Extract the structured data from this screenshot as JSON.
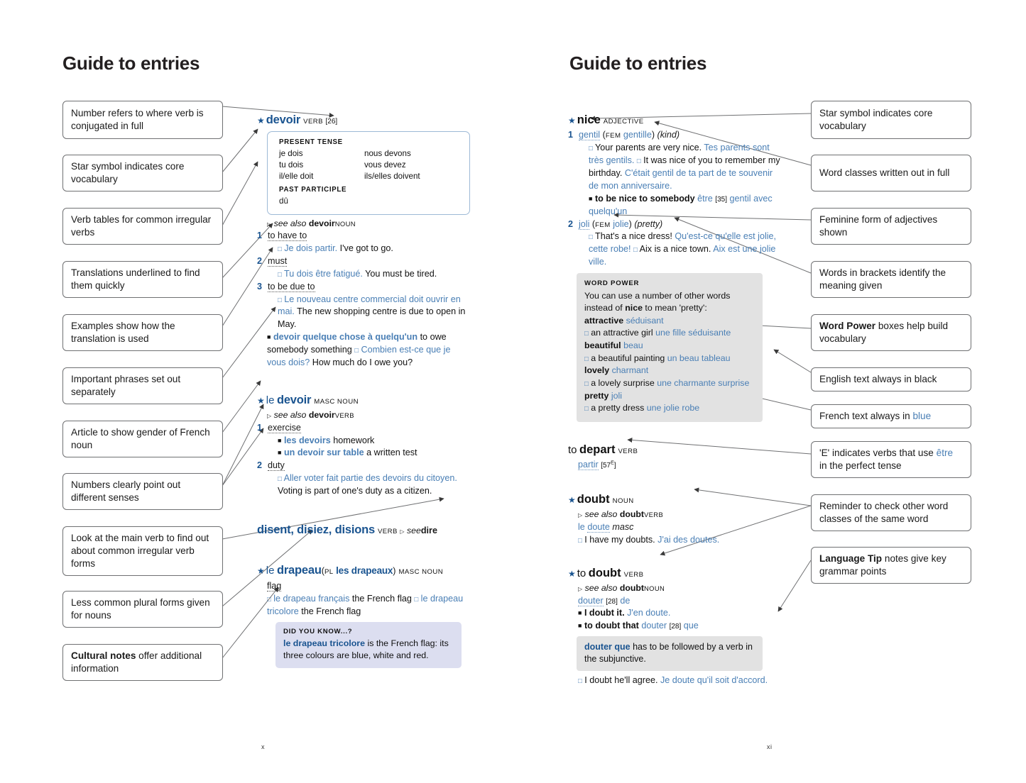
{
  "meta": {
    "accent_blue": "#1a5490",
    "french_blue": "#4a7fb5",
    "callout_border": "#6f7072",
    "verbtable_border": "#9db9d6",
    "didyouknow_bg": "#dcdef0",
    "note_bg": "#e2e2e2"
  },
  "left_page": {
    "title": "Guide to entries",
    "folio": "x",
    "callouts": [
      {
        "id": "number-refers",
        "text": "Number refers to where verb is conjugated in full"
      },
      {
        "id": "star-symbol",
        "text": "Star symbol indicates core vocabulary"
      },
      {
        "id": "verb-tables",
        "text": "Verb tables for common irregular verbs"
      },
      {
        "id": "translations-underlined",
        "text": "Translations underlined to find them quickly"
      },
      {
        "id": "examples-show",
        "text": "Examples show how the translation is used"
      },
      {
        "id": "important-phrases",
        "text": "Important phrases set out separately"
      },
      {
        "id": "article-gender",
        "text": "Article to show gender of French noun"
      },
      {
        "id": "numbers-senses",
        "text": "Numbers clearly point out different senses"
      },
      {
        "id": "look-main-verb",
        "text": "Look at the main verb to find out about common irregular verb forms"
      },
      {
        "id": "plural-forms",
        "text": "Less common plural forms given for nouns"
      },
      {
        "id": "cultural-notes",
        "bold_prefix": "Cultural notes",
        "text": " offer additional information"
      }
    ],
    "entries": {
      "devoir_verb": {
        "headword": "devoir",
        "pos": "VERB",
        "ref": "[26]",
        "star": true,
        "verb_table": {
          "present_tense_label": "PRESENT TENSE",
          "present_left": [
            "je dois",
            "tu dois",
            "il/elle doit"
          ],
          "present_right": [
            "nous devons",
            "vous devez",
            "ils/elles doivent"
          ],
          "past_participle_label": "PAST PARTICIPLE",
          "past_participle": "dû"
        },
        "see_also": {
          "lead": "see also",
          "word": "devoir",
          "pos": "NOUN"
        },
        "senses": [
          {
            "num": "1",
            "translation": "to have to",
            "examples": [
              {
                "fr": "Je dois partir.",
                "en": "I've got to go."
              }
            ]
          },
          {
            "num": "2",
            "translation": "must",
            "examples": [
              {
                "fr": "Tu dois être fatigué.",
                "en": "You must be tired."
              }
            ]
          },
          {
            "num": "3",
            "translation": "to be due to",
            "examples": [
              {
                "fr": "Le nouveau centre commercial doit ouvrir en mai.",
                "en": "The new shopping centre is due to open in May."
              }
            ]
          }
        ],
        "phrases": [
          {
            "fr_bold": "devoir quelque chose à quelqu'un",
            "en": "to owe somebody something",
            "example": {
              "fr": "Combien est-ce que je vous dois?",
              "en": "How much do I owe you?"
            }
          }
        ]
      },
      "devoir_noun": {
        "article": "le",
        "headword": "devoir",
        "pos": "MASC NOUN",
        "star": true,
        "see_also": {
          "lead": "see also",
          "word": "devoir",
          "pos": "VERB"
        },
        "senses": [
          {
            "num": "1",
            "translation": "exercise",
            "phrases": [
              {
                "fr_bold": "les devoirs",
                "en": "homework"
              },
              {
                "fr_bold": "un devoir sur table",
                "en": "a written test"
              }
            ]
          },
          {
            "num": "2",
            "translation": "duty",
            "examples": [
              {
                "fr": "Aller voter fait partie des devoirs du citoyen.",
                "en": "Voting is part of one's duty as a citizen."
              }
            ]
          }
        ]
      },
      "disent_crossref": {
        "headword": "disent, disiez, disions",
        "pos": "VERB",
        "see_lead": "see",
        "see_word": "dire"
      },
      "drapeau": {
        "article": "le",
        "headword": "drapeau",
        "plural_label": "PL",
        "plural": "les drapeaux",
        "pos": "MASC NOUN",
        "star": true,
        "translation": "flag",
        "examples": [
          {
            "fr": "le drapeau français",
            "en": "the French flag"
          },
          {
            "fr": "le drapeau tricolore",
            "en": "the French flag"
          }
        ],
        "did_you_know": {
          "label": "DID YOU KNOW...?",
          "term": "le drapeau tricolore",
          "text": " is the French flag: its three colours are blue, white and red."
        }
      }
    }
  },
  "right_page": {
    "title": "Guide to entries",
    "folio": "xi",
    "callouts": [
      {
        "id": "star-symbol",
        "text": "Star symbol indicates core vocabulary"
      },
      {
        "id": "word-classes",
        "text": "Word classes written out in full"
      },
      {
        "id": "feminine-form",
        "text": "Feminine form of adjectives shown"
      },
      {
        "id": "words-brackets",
        "text": "Words in brackets identify the meaning given"
      },
      {
        "id": "word-power",
        "bold_prefix": "Word Power",
        "text": " boxes help build vocabulary"
      },
      {
        "id": "english-black",
        "text": "English text always in black"
      },
      {
        "id": "french-blue",
        "text": "French text always in ",
        "blue_suffix": "blue"
      },
      {
        "id": "e-indicates",
        "text": "'E' indicates verbs that use ",
        "blue_word": "être",
        "text_after": " in the perfect tense"
      },
      {
        "id": "reminder-word-classes",
        "text": "Reminder to check other word classes of the same word"
      },
      {
        "id": "language-tip",
        "bold_prefix": "Language Tip",
        "text": " notes give key grammar points"
      }
    ],
    "entries": {
      "nice": {
        "headword": "nice",
        "pos": "ADJECTIVE",
        "star": true,
        "senses": [
          {
            "num": "1",
            "translation": "gentil",
            "fem_label": "FEM",
            "fem": "gentille",
            "gloss": "(kind)",
            "examples": [
              {
                "en": "Your parents are very nice.",
                "fr": "Tes parents sont très gentils."
              },
              {
                "en": "It was nice of you to remember my birthday.",
                "fr": "C'était gentil de ta part de te souvenir de mon anniversaire."
              }
            ],
            "phrases": [
              {
                "en_bold": "to be nice to somebody",
                "fr": "être",
                "ref": "[35]",
                "fr_after": "gentil avec quelqu'un"
              }
            ]
          },
          {
            "num": "2",
            "translation": "joli",
            "fem_label": "FEM",
            "fem": "jolie",
            "gloss": "(pretty)",
            "examples": [
              {
                "en": "That's a nice dress!",
                "fr": "Qu'est-ce qu'elle est jolie, cette robe!"
              },
              {
                "en": "Aix is a nice town.",
                "fr": "Aix est une jolie ville."
              }
            ]
          }
        ],
        "word_power": {
          "label": "WORD POWER",
          "intro_a": "You can use a number of other words instead of ",
          "intro_term": "nice",
          "intro_b": " to mean 'pretty':",
          "rows": [
            {
              "en": "attractive",
              "fr": "séduisant",
              "ex_en": "an attractive girl",
              "ex_fr": "une fille séduisante"
            },
            {
              "en": "beautiful",
              "fr": "beau",
              "ex_en": "a beautiful painting",
              "ex_fr": "un beau tableau"
            },
            {
              "en": "lovely",
              "fr": "charmant",
              "ex_en": "a lovely surprise",
              "ex_fr": "une charmante surprise"
            },
            {
              "en": "pretty",
              "fr": "joli",
              "ex_en": "a pretty dress",
              "ex_fr": "une jolie robe"
            }
          ]
        }
      },
      "depart": {
        "prefix": "to",
        "headword": "depart",
        "pos": "VERB",
        "translation": "partir",
        "ref": "[57",
        "ref_sup": "E",
        "ref_close": "]"
      },
      "doubt_noun": {
        "headword": "doubt",
        "pos": "NOUN",
        "star": true,
        "see_also": {
          "lead": "see also",
          "word": "doubt",
          "pos": "VERB"
        },
        "article": "le",
        "translation": "doute",
        "gender": "masc",
        "examples": [
          {
            "en": "I have my doubts.",
            "fr": "J'ai des doutes."
          }
        ]
      },
      "doubt_verb": {
        "prefix": "to",
        "headword": "doubt",
        "pos": "VERB",
        "star": true,
        "see_also": {
          "lead": "see also",
          "word": "doubt",
          "pos": "NOUN"
        },
        "translation": "douter",
        "ref": "[28]",
        "translation_after": "de",
        "phrases": [
          {
            "en_bold": "I doubt it.",
            "fr": "J'en doute."
          },
          {
            "en_bold": "to doubt that",
            "fr": "douter",
            "ref": "[28]",
            "fr_after": "que"
          }
        ],
        "language_tip": {
          "term": "douter que",
          "text": " has to be followed by a verb in the subjunctive."
        },
        "examples": [
          {
            "en": "I doubt he'll agree.",
            "fr": "Je doute qu'il soit d'accord."
          }
        ]
      }
    }
  }
}
